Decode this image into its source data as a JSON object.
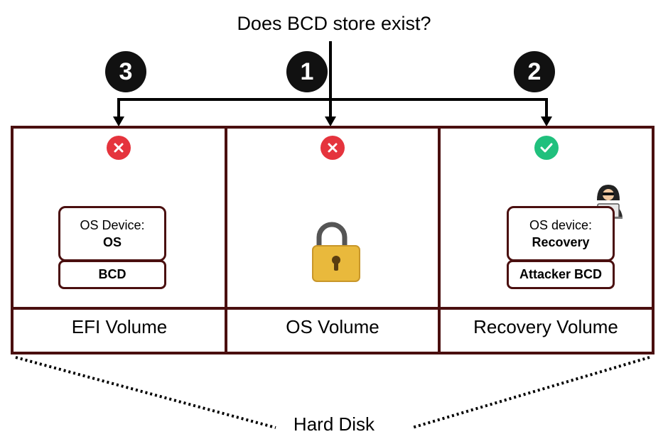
{
  "question": "Does BCD store exist?",
  "steps": [
    {
      "number": "3",
      "target": "efi"
    },
    {
      "number": "1",
      "target": "os"
    },
    {
      "number": "2",
      "target": "recovery"
    }
  ],
  "volumes": {
    "efi": {
      "label": "EFI Volume",
      "status": "fail",
      "bcd": {
        "device_label": "OS Device:",
        "device_value": "OS",
        "store_label": "BCD"
      }
    },
    "os": {
      "label": "OS Volume",
      "status": "fail",
      "icon": "padlock-icon"
    },
    "recovery": {
      "label": "Recovery Volume",
      "status": "success",
      "bcd": {
        "device_label": "OS device:",
        "device_value": "Recovery",
        "store_label": "Attacker BCD"
      },
      "icon": "hacker-icon"
    }
  },
  "disk_label": "Hard Disk",
  "colors": {
    "border": "#4a0f0f",
    "fail": "#e5343d",
    "success": "#20c07d",
    "step_bg": "#111111",
    "lock": "#e9b93c"
  }
}
